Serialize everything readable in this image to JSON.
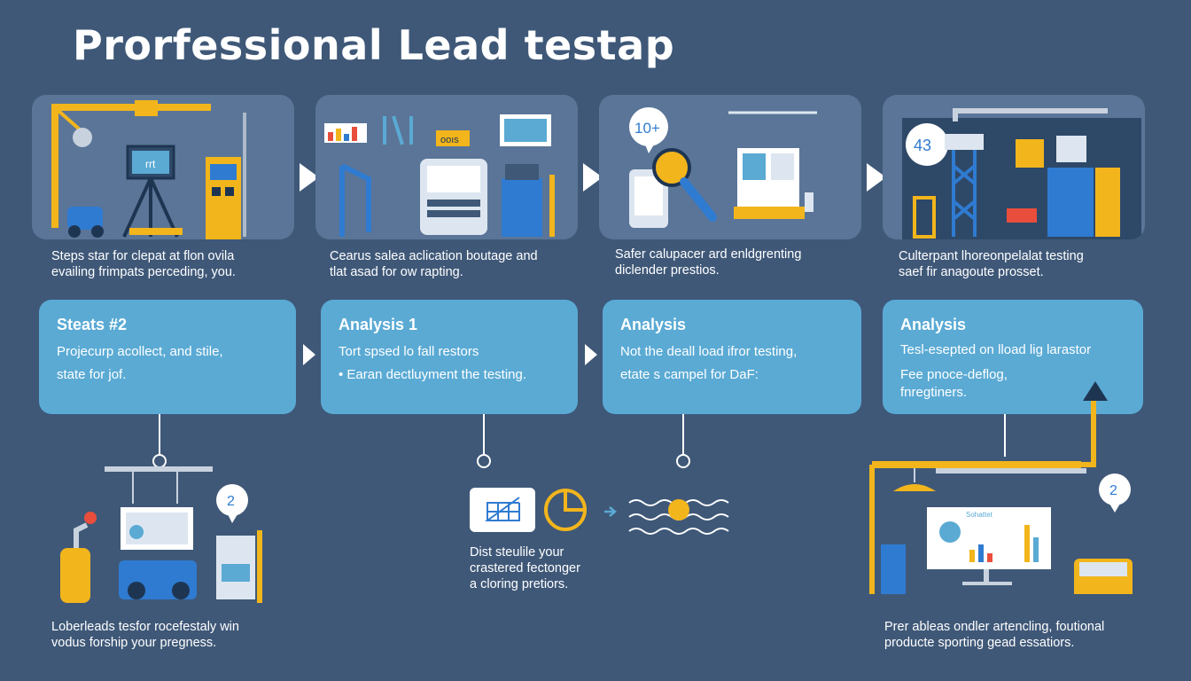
{
  "title": "Prorfessional Lead testap",
  "panels": [
    {
      "caption_lines": [
        "Steps star for clepat at flon ovila",
        "evailing frimpats perceding, you."
      ]
    },
    {
      "caption_lines": [
        "Cearus salea aclication boutage and",
        "tlat asad for ow rapting."
      ]
    },
    {
      "caption_lines": [
        "Safer calupacer ard enldgrenting",
        "diclender prestios."
      ],
      "badge": "10+"
    },
    {
      "caption_lines": [
        "Culterpant lhoreonpelalat testing",
        "saef fir anagoute prosset."
      ],
      "badge": "43"
    }
  ],
  "panel_labels": {
    "monitor_text": "rrt",
    "sign_text": "ooıs"
  },
  "cards": [
    {
      "title": "Steats #2",
      "lines": [
        "Projecurp acollect, and stile,",
        "state for jof."
      ]
    },
    {
      "title": "Analysis 1",
      "lines": [
        "Tort spsed lo fall restors",
        "• Earan dectluyment the testing."
      ]
    },
    {
      "title": "Analysis",
      "lines": [
        "Not the deall load ifror testing,",
        "etate s campel for DaF:"
      ]
    },
    {
      "title": "Analysis",
      "lines": [
        "Tesl-esepted on lload lig larastor",
        "Fee pnoce-deflog,",
        "fnregtiners."
      ]
    }
  ],
  "bottom": [
    {
      "caption_lines": [
        "Loberleads tesfor rocefestaly win",
        "vodus forship your pregness."
      ],
      "badge": "2"
    },
    {
      "caption_lines": [
        "Dist steulile your",
        "crastered fectonger",
        "a cloring pretiors."
      ]
    },
    {
      "caption_lines": [
        "Prer ableas ondler artencling, foutional",
        "producte sporting gead essatiors."
      ],
      "badge": "2",
      "screen_title": "Sohattet"
    }
  ],
  "colors": {
    "background": "#3f5878",
    "panel": "#5a7597",
    "card": "#5aaad4",
    "accent_yellow": "#f2b51c",
    "accent_blue": "#2f7bd1"
  }
}
